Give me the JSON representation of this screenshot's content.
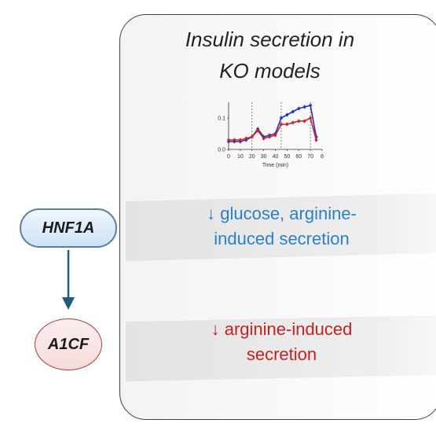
{
  "panel": {
    "title_line1": "Insulin secretion in",
    "title_line2": "KO models"
  },
  "genes": {
    "upstream": "HNF1A",
    "downstream": "A1CF"
  },
  "effects": {
    "hnf1a_line1": "↓ glucose, arginine-",
    "hnf1a_line2": "induced secretion",
    "a1cf_line1": "↓ arginine-induced",
    "a1cf_line2": "secretion"
  },
  "colors": {
    "hnf1a_text": "#2a7fd0",
    "a1cf_text": "#c8201f",
    "arrow": "#1f5d7a",
    "blue_series": "#2233bb",
    "red_series": "#cc2222"
  },
  "icons": {
    "arrow": "arrow-down-icon"
  },
  "chart_data": {
    "type": "line",
    "xlabel": "Time (min)",
    "xticks": [
      "0",
      "10",
      "20",
      "30",
      "40",
      "50",
      "60",
      "70",
      "8"
    ],
    "yticks": [
      "0.0",
      "0.1"
    ],
    "xlim": [
      0,
      80
    ],
    "ylim": [
      0,
      0.15
    ],
    "vlines": [
      20,
      45,
      70
    ],
    "series": [
      {
        "color": "#2233bb",
        "x": [
          0,
          5,
          10,
          15,
          20,
          25,
          30,
          35,
          40,
          45,
          50,
          55,
          60,
          65,
          70,
          75
        ],
        "y": [
          0.025,
          0.025,
          0.025,
          0.03,
          0.04,
          0.065,
          0.04,
          0.045,
          0.05,
          0.1,
          0.11,
          0.12,
          0.13,
          0.135,
          0.14,
          0.04
        ]
      },
      {
        "color": "#cc2222",
        "x": [
          0,
          5,
          10,
          15,
          20,
          25,
          30,
          35,
          40,
          45,
          50,
          55,
          60,
          65,
          70,
          75
        ],
        "y": [
          0.03,
          0.03,
          0.03,
          0.035,
          0.04,
          0.06,
          0.035,
          0.04,
          0.045,
          0.08,
          0.08,
          0.085,
          0.09,
          0.09,
          0.1,
          0.03
        ]
      }
    ]
  }
}
